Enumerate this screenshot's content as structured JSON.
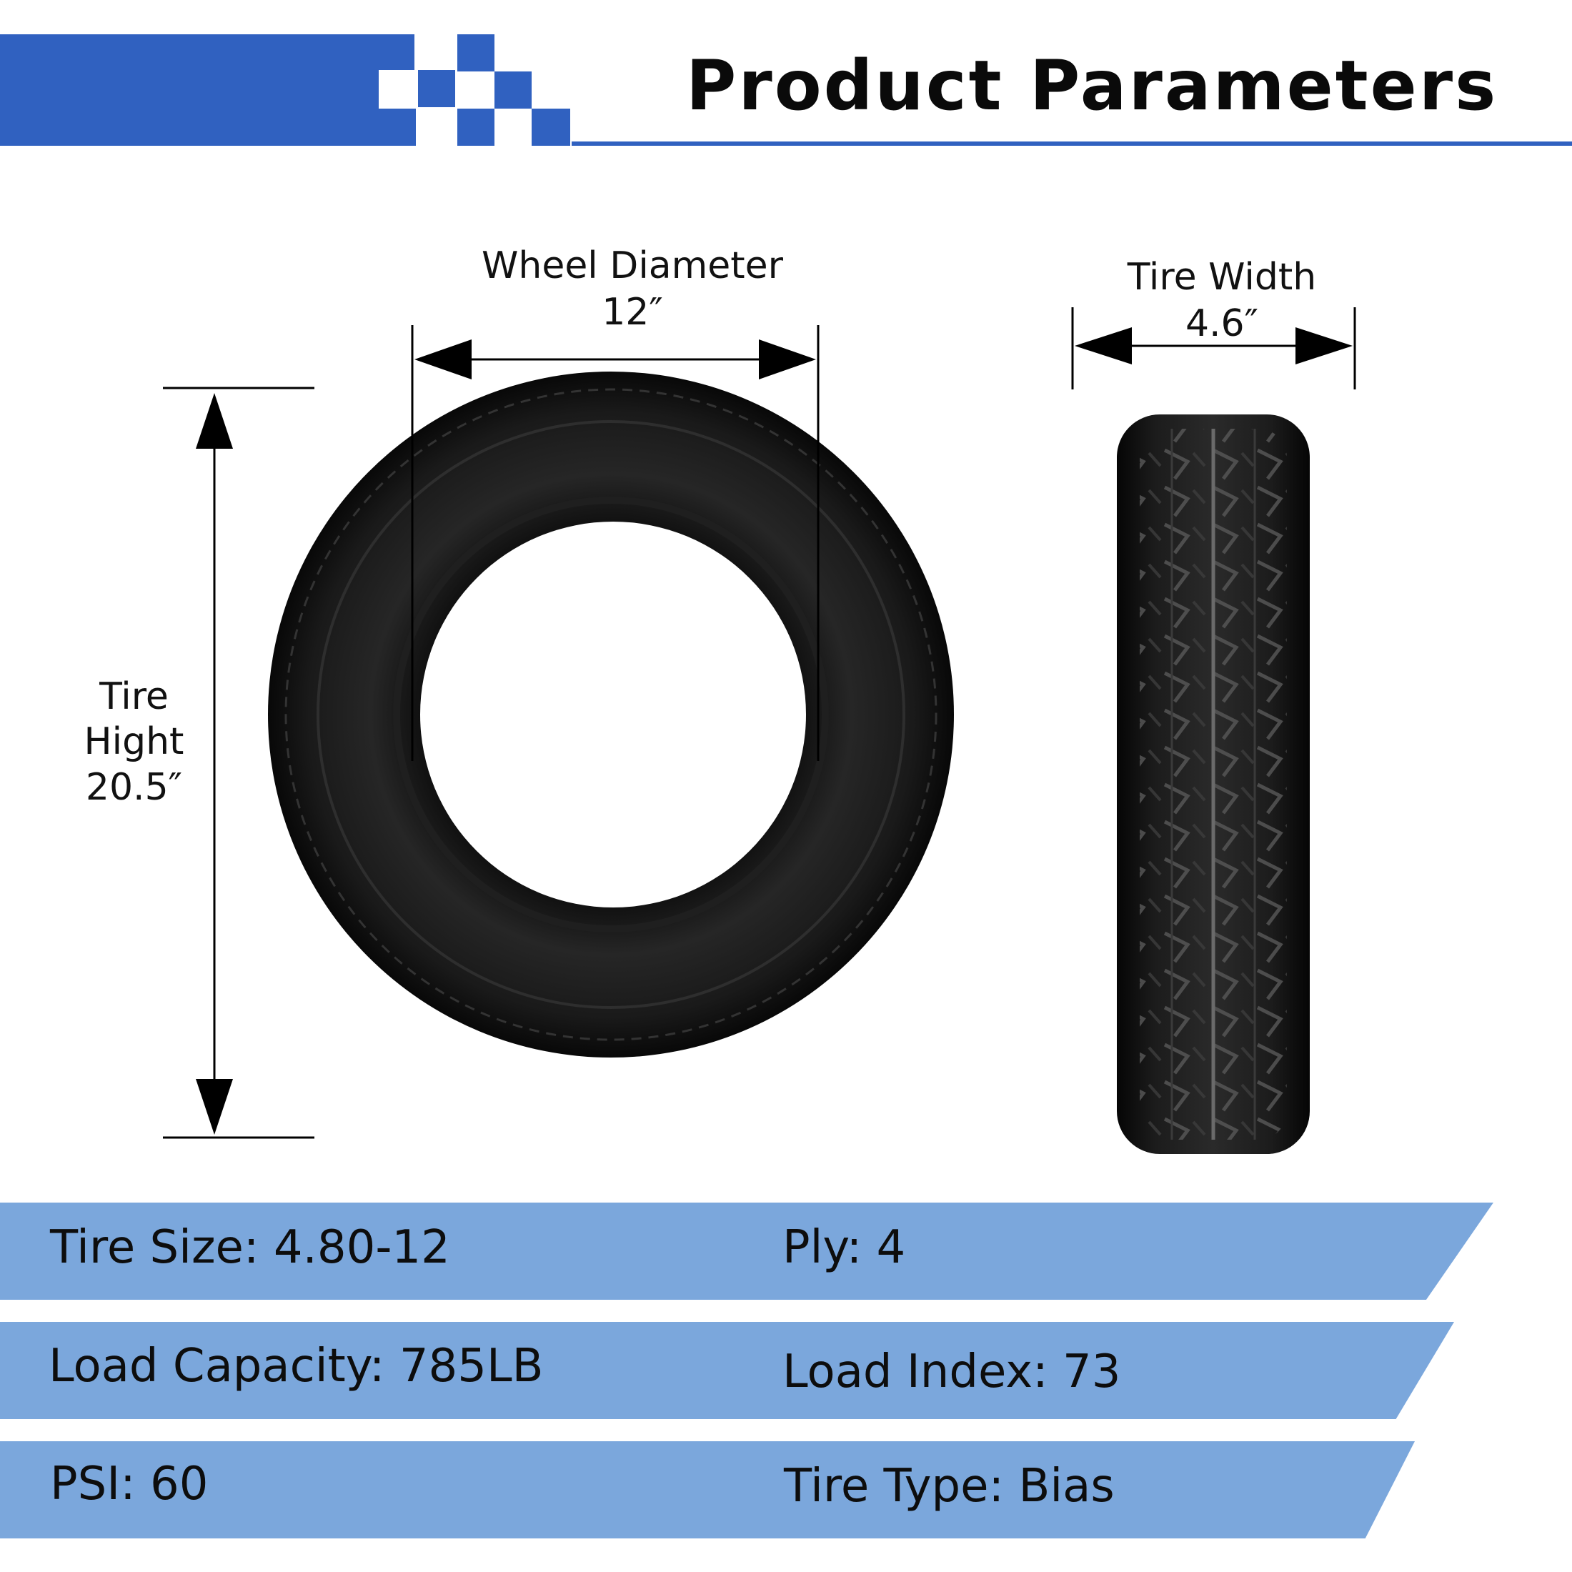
{
  "header": {
    "title": "Product Parameters",
    "accent_color": "#3061c0",
    "checker_color": "#3061c0"
  },
  "dimensions": {
    "wheel_diameter_label": "Wheel Diameter",
    "wheel_diameter_value": "12″",
    "tire_width_label": "Tire Width",
    "tire_width_value": "4.6″",
    "tire_height_label_1": "Tire",
    "tire_height_label_2": "Hight",
    "tire_height_value": "20.5″"
  },
  "specs": {
    "tire_size": "Tire Size: 4.80-12",
    "ply": "Ply:  4",
    "load_capacity": "Load Capacity: 785LB",
    "load_index": "Load Index: 73",
    "psi": "PSI:  60",
    "tire_type": "Tire Type: Bias",
    "bar_color": "#7ba7dc"
  },
  "icons": [
    "checker-pattern-icon",
    "front-tire-icon",
    "side-tire-icon",
    "arrow-icon"
  ]
}
